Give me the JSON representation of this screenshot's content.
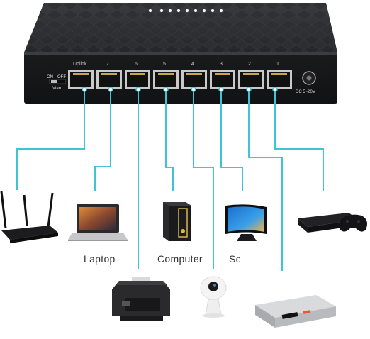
{
  "switch": {
    "uplink_label": "Uplink",
    "port_numbers": [
      "7",
      "6",
      "5",
      "4",
      "3",
      "2",
      "1"
    ],
    "vlan_on": "ON",
    "vlan_off": "OFF",
    "vlan_label": "Vlan",
    "power_label": "DC 5~20V",
    "led_count": 9
  },
  "labels": {
    "laptop": "Laptop",
    "computer": "Computer",
    "screen_partial": "Sc"
  },
  "colors": {
    "cable": "#3ec4d6",
    "switch_body": "#1e1f21",
    "port_frame": "#c9c9c9"
  },
  "icons": [
    "router-icon",
    "laptop-icon",
    "desktop-tower-icon",
    "tv-monitor-icon",
    "game-console-icon",
    "printer-icon",
    "security-camera-icon",
    "set-top-box-icon"
  ]
}
